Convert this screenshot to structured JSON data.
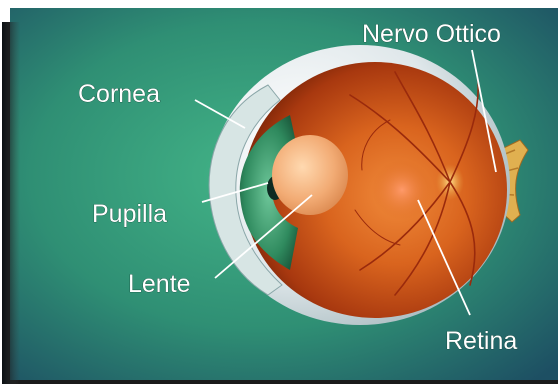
{
  "labels": {
    "cornea": "Cornea",
    "pupilla": "Pupilla",
    "lente": "Lente",
    "nervo_ottico": "Nervo Ottico",
    "retina": "Retina"
  },
  "colors": {
    "background_center": "#3aa37c",
    "background_edge": "#1f5c63",
    "sclera": "#e8eef0",
    "eye_interior": "#d9641e",
    "iris": "#2f8a5e",
    "lens": "#f0b07a",
    "label_text": "#ffffff"
  }
}
